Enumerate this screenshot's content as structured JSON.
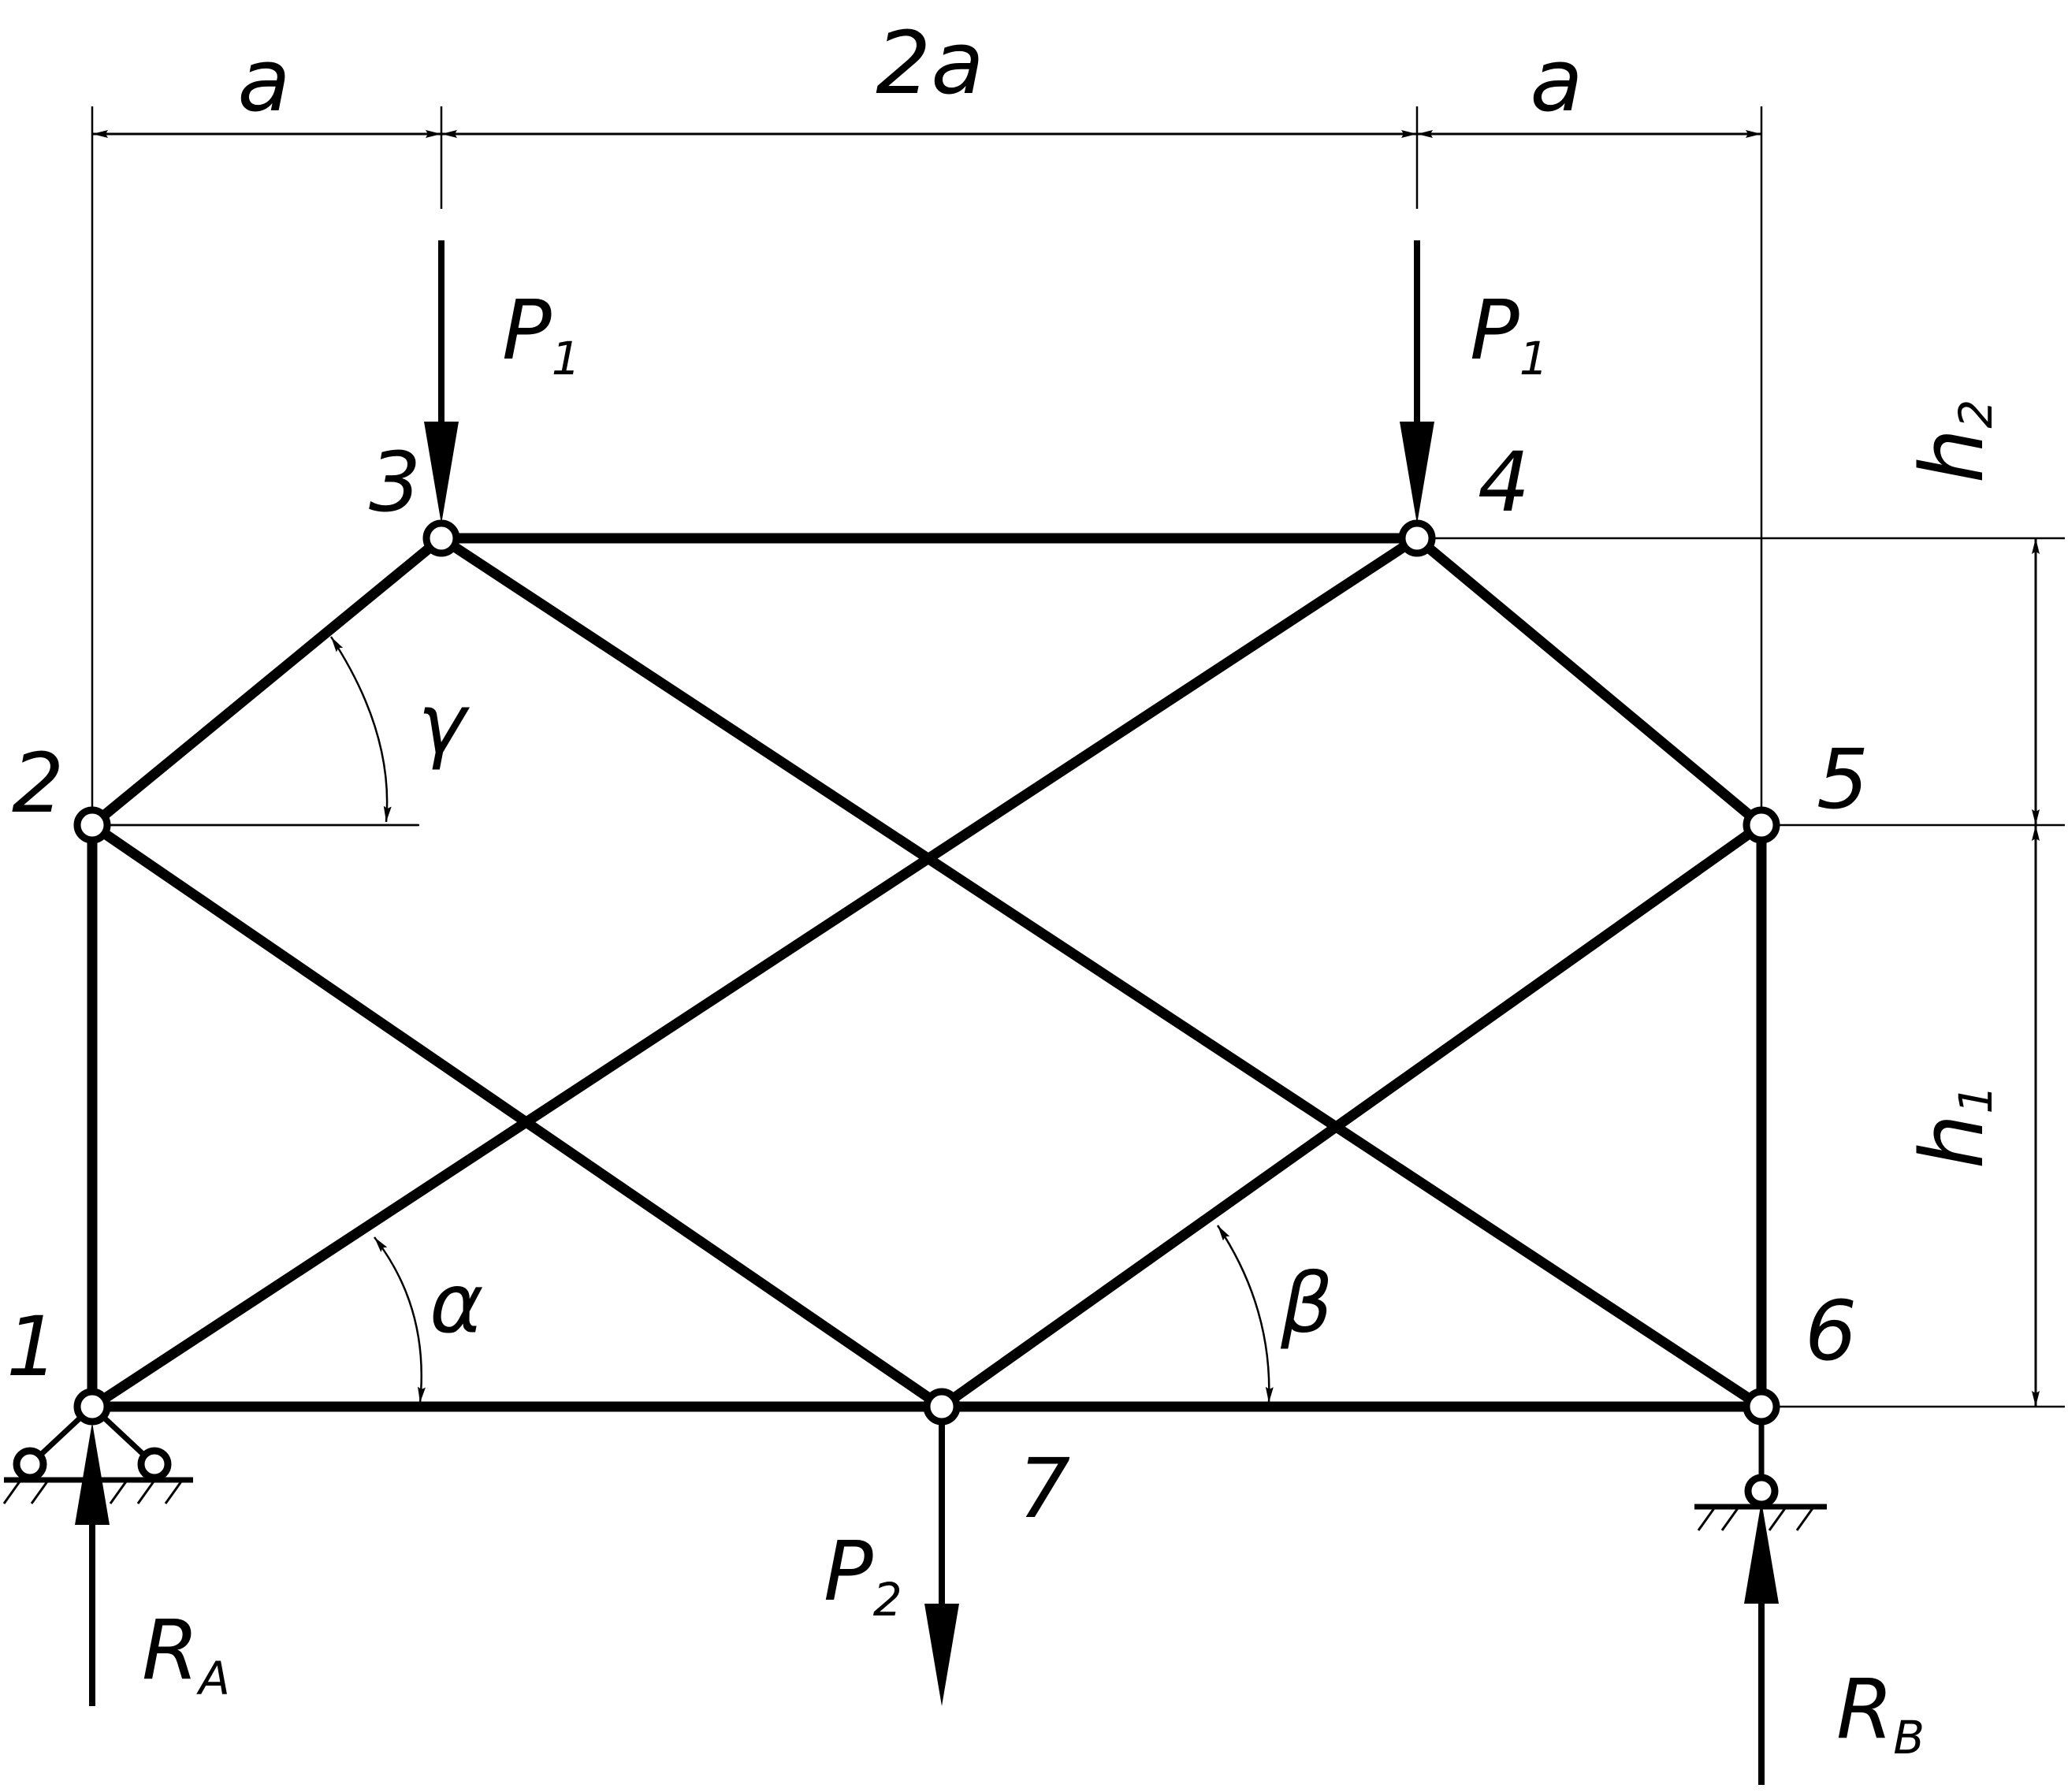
{
  "dimensions": {
    "left_span": "a",
    "middle_span": "2a",
    "right_span": "a",
    "upper_height_main": "h",
    "upper_height_sub": "2",
    "lower_height_main": "h",
    "lower_height_sub": "1"
  },
  "nodes": [
    "1",
    "2",
    "3",
    "4",
    "5",
    "6",
    "7"
  ],
  "angles": {
    "gamma": "γ",
    "alpha": "α",
    "beta": "β"
  },
  "forces": {
    "p1_left": {
      "main": "P",
      "sub": "1"
    },
    "p1_right": {
      "main": "P",
      "sub": "1"
    },
    "p2": {
      "main": "P",
      "sub": "2"
    },
    "ra": {
      "main": "R",
      "sub": "A"
    },
    "rb": {
      "main": "R",
      "sub": "B"
    }
  },
  "colors": {
    "ink": "#000000",
    "paper": "#ffffff"
  }
}
